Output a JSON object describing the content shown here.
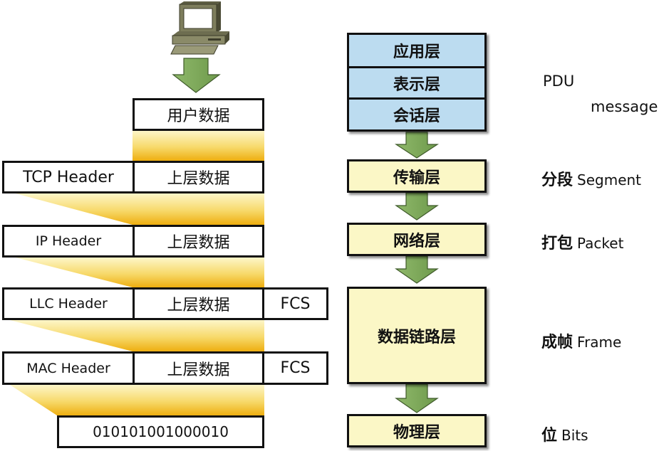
{
  "encapsulation": {
    "user_data": "用户数据",
    "rows": [
      {
        "header": "TCP Header",
        "payload": "上层数据"
      },
      {
        "header": "IP Header",
        "payload": "上层数据"
      },
      {
        "header": "LLC Header",
        "payload": "上层数据",
        "trailer": "FCS"
      },
      {
        "header": "MAC Header",
        "payload": "上层数据",
        "trailer": "FCS"
      }
    ],
    "bits": "010101001000010"
  },
  "osi_layers": {
    "upper": [
      "应用层",
      "表示层",
      "会话层"
    ],
    "transport": "传输层",
    "network": "网络层",
    "datalink": "数据链路层",
    "physical": "物理层"
  },
  "pdu": {
    "title": "PDU",
    "message": "message",
    "segment": {
      "zh": "分段",
      "en": "Segment"
    },
    "packet": {
      "zh": "打包",
      "en": "Packet"
    },
    "frame": {
      "zh": "成帧",
      "en": "Frame"
    },
    "bits": {
      "zh": "位",
      "en": "Bits"
    }
  },
  "colors": {
    "upper_layers": "#bcdcf0",
    "lower_layers": "#fbf7c6",
    "arrow": "#7ea65a",
    "funnel": "#f0b418"
  }
}
